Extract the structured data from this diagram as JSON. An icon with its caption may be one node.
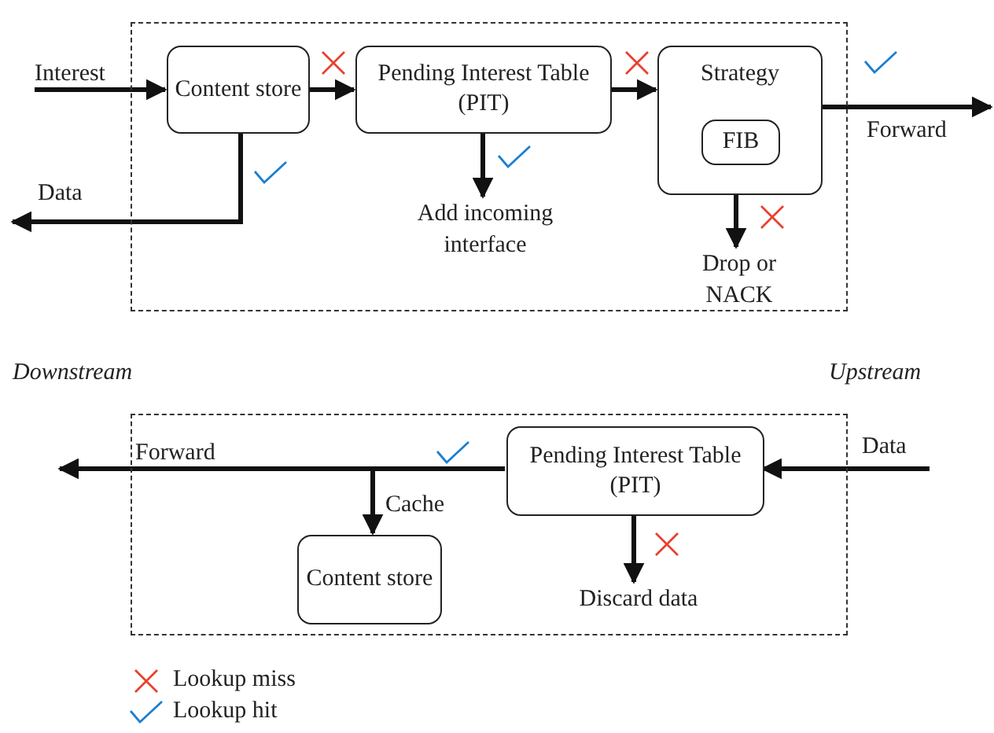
{
  "diagram": {
    "nodes": [
      {
        "text": [],
        "shape": "box"
      },
      {
        "text": [
          "Content store"
        ],
        "in": 0
      },
      {
        "text": [
          "Pending Interest Table (PIT)"
        ],
        "in": 0
      },
      {
        "text": [
          "Strategy"
        ],
        "in": 0
      },
      {
        "text": [
          "FIB"
        ],
        "in": 3
      },
      {
        "text": [
          "Add incoming interface"
        ],
        "in": 0
      },
      {
        "text": [
          "Drop or NACK"
        ],
        "in": 0
      },
      {
        "text": [],
        "shape": "box"
      },
      {
        "text": [
          "Pending Interest Table (PIT)"
        ],
        "in": 7
      },
      {
        "text": [
          "Content store"
        ],
        "in": 7
      },
      {
        "text": [
          "Discard data"
        ],
        "in": 7
      }
    ],
    "edges": [
      {
        "from": null,
        "to": 1,
        "arrow": "to",
        "label": "Interest"
      },
      {
        "from": 1,
        "to": 2,
        "arrow": "to"
      },
      {
        "from": 2,
        "to": 3,
        "arrow": "to"
      },
      {
        "from": 3,
        "to": null,
        "arrow": "to",
        "label": "Forward"
      },
      {
        "from": 1,
        "to": null,
        "arrow": "to",
        "label": "Data"
      },
      {
        "from": 2,
        "to": 5,
        "arrow": "to"
      },
      {
        "from": 3,
        "to": 6,
        "arrow": "to"
      },
      {
        "from": null,
        "to": 8,
        "arrow": "to",
        "label": "Data"
      },
      {
        "from": 8,
        "to": null,
        "arrow": "to",
        "label": "Forward"
      },
      {
        "from": 8,
        "to": 9,
        "arrow": "to",
        "label": "Cache"
      },
      {
        "from": 8,
        "to": 10,
        "arrow": "to"
      }
    ],
    "labels": [
      "Downstream",
      "Upstream"
    ],
    "legend": [
      {
        "text": "Lookup miss"
      },
      {
        "text": "Lookup hit"
      }
    ]
  }
}
